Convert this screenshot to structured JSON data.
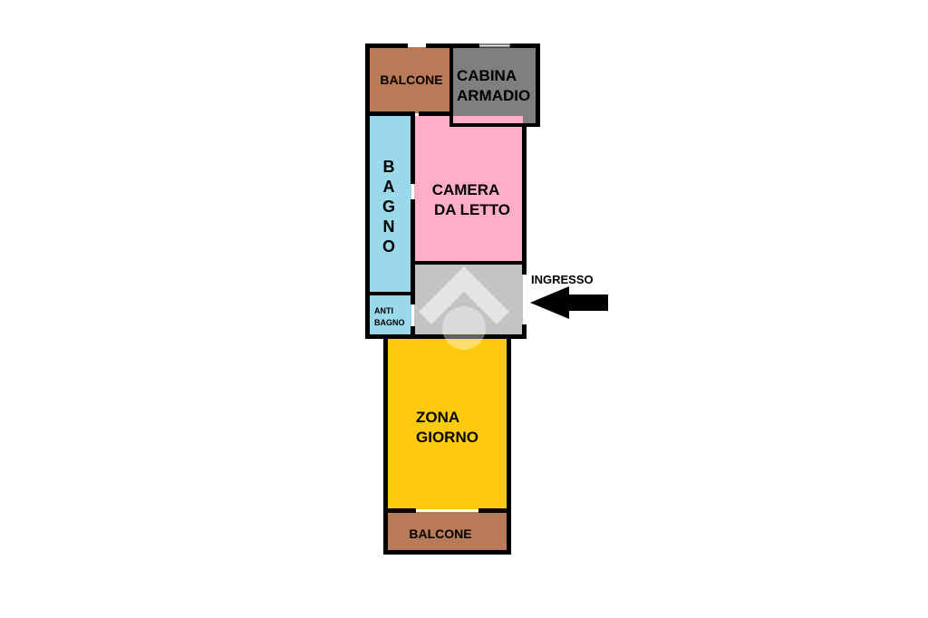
{
  "floorplan": {
    "colors": {
      "balcony": "#b97a57",
      "walk_in_closet": "#7f7f7f",
      "bathroom": "#99d9ea",
      "bedroom": "#ffaec9",
      "entrance": "#c3c3c3",
      "living_area": "#ffc90e",
      "wall": "#000000"
    },
    "rooms": {
      "balcony_top": {
        "label": "BALCONE"
      },
      "walk_in_closet": {
        "line1": "CABINA",
        "line2": "ARMADIO"
      },
      "bathroom": {
        "letters": [
          "B",
          "A",
          "G",
          "N",
          "O"
        ]
      },
      "bedroom": {
        "line1": "CAMERA",
        "line2": "DA LETTO"
      },
      "anti_bathroom": {
        "line1": "ANTI",
        "line2": "BAGNO"
      },
      "living_area": {
        "line1": "ZONA",
        "line2": "GIORNO"
      },
      "balcony_bottom": {
        "label": "BALCONE"
      }
    },
    "entrance": {
      "label": "INGRESSO",
      "arrow_icon": "left-arrow-icon"
    },
    "watermark_icon": "house-watermark-icon"
  }
}
